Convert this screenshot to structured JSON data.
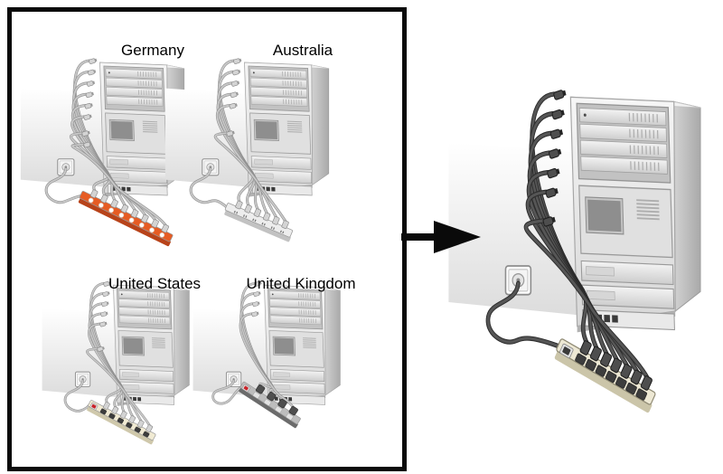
{
  "frame": {
    "border_color": "#0a0a0a",
    "background": "#ffffff"
  },
  "figures": [
    {
      "id": "germany",
      "label": "Germany",
      "strip_style": "schuko",
      "strip_color": "#E65C24",
      "strip_accent": "#B8431A",
      "cable_count": 8
    },
    {
      "id": "australia",
      "label": "Australia",
      "strip_style": "aus",
      "strip_color": "#EDEDED",
      "strip_accent": "#C2C2C2",
      "cable_count": 6
    },
    {
      "id": "united-states",
      "label": "United States",
      "strip_style": "us",
      "strip_color": "#F0EAD3",
      "strip_accent": "#CFC8AB",
      "cable_count": 6
    },
    {
      "id": "united-kingdom",
      "label": "United Kingdom",
      "strip_style": "uk",
      "strip_color": "#BDBDBD",
      "strip_accent": "#6B6B6B",
      "cable_count": 4
    }
  ],
  "result": {
    "id": "result",
    "strip_style": "iec",
    "strip_color": "#EDE8D4",
    "strip_accent": "#CBC5A9",
    "cable_count": 7
  },
  "arrow": {
    "direction": "right",
    "color": "#0a0a0a"
  },
  "status_colors": {
    "switch_red": "#C8242A",
    "switch_dark": "#3A3A3A"
  }
}
